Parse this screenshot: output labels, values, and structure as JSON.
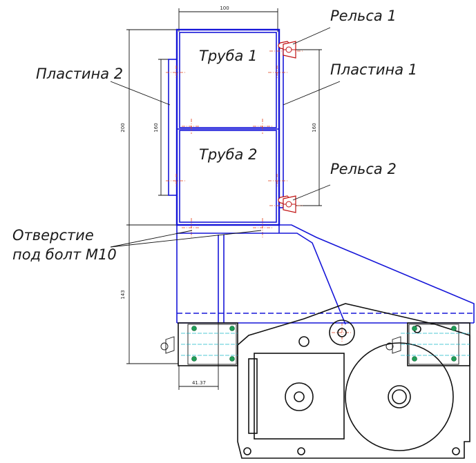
{
  "labels": {
    "truba1": "Труба 1",
    "truba2": "Труба 2",
    "rels1": "Рельса 1",
    "rels2": "Рельса 2",
    "plastina1": "Пластина 1",
    "plastina2": "Пластина 2",
    "hole_line1": "Отверстие",
    "hole_line2": "под болт М10"
  },
  "dimensions": {
    "width_top": "100",
    "height_total": "200",
    "height_left_plate": "160",
    "height_right_plate": "160",
    "height_lower": "143",
    "offset_bottom": "41.37"
  }
}
